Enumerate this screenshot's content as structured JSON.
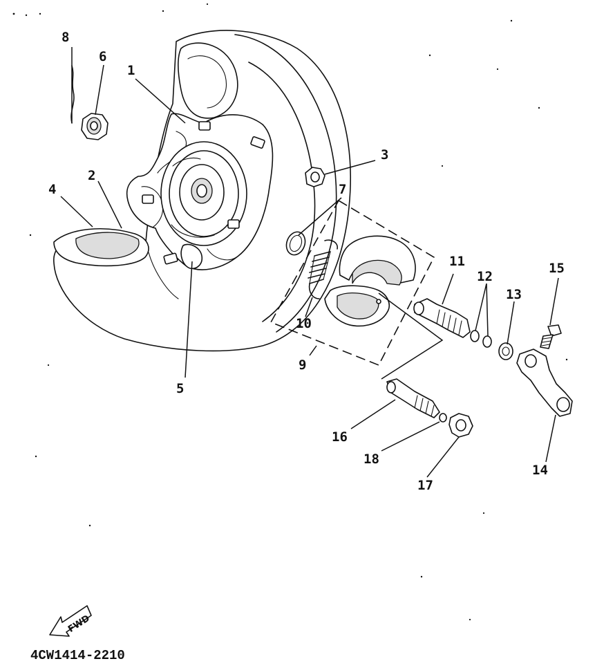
{
  "callouts": {
    "p1": "1",
    "p2": "2",
    "p3": "3",
    "p4": "4",
    "p5": "5",
    "p6": "6",
    "p7": "7",
    "p8": "8",
    "p9": "9",
    "p10": "10",
    "p11": "11",
    "p12": "12",
    "p13": "13",
    "p14": "14",
    "p15": "15",
    "p16": "16",
    "p17": "17",
    "p18": "18"
  },
  "fwd_label": "FWD",
  "diagram_code": "4CW1414-2210"
}
